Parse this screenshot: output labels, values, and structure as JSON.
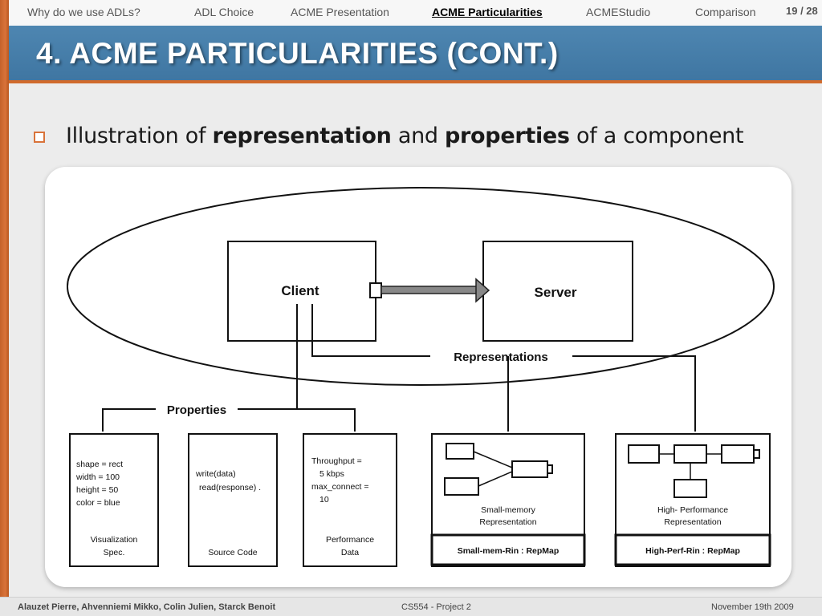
{
  "nav": {
    "items": [
      {
        "label": "Why do we use ADLs?"
      },
      {
        "label": "ADL Choice"
      },
      {
        "label": "ACME Presentation"
      },
      {
        "label": "ACME Particularities"
      },
      {
        "label": "ACMEStudio"
      },
      {
        "label": "Comparison"
      }
    ],
    "active_index": 3,
    "page_counter": "19 / 28"
  },
  "title": "4. ACME PARTICULARITIES (CONT.)",
  "bullet": {
    "prefix": "Illustration of ",
    "bold1": "representation",
    "middle": " and ",
    "bold2": "properties",
    "suffix": " of a component"
  },
  "diagram": {
    "client_label": "Client",
    "server_label": "Server",
    "representations_label": "Representations",
    "properties_label": "Properties",
    "visualization": {
      "lines": [
        "shape = rect",
        "width = 100",
        "height = 50",
        "color = blue"
      ],
      "caption": [
        "Visualization",
        "Spec."
      ]
    },
    "source_code": {
      "lines": [
        "write(data)",
        "read(response) ."
      ],
      "caption": [
        "Source Code"
      ]
    },
    "performance": {
      "lines": [
        "Throughput =",
        "  5 kbps",
        "max_connect =",
        "  10"
      ],
      "caption": [
        "Performance",
        "Data"
      ]
    },
    "small_memory": {
      "caption": [
        "Small-memory",
        "Representation"
      ],
      "footer": "Small-mem-Rin : RepMap"
    },
    "high_perf": {
      "caption": [
        "High- Performance",
        "Representation"
      ],
      "footer": "High-Perf-Rin : RepMap"
    }
  },
  "footer": {
    "authors": "Alauzet Pierre, Ahvenniemi Mikko, Colin Julien, Starck Benoit",
    "course": "CS554 - Project 2",
    "date": "November 19th 2009"
  },
  "colors": {
    "accent_orange": "#d9733a",
    "title_blue": "#4a80ad"
  }
}
